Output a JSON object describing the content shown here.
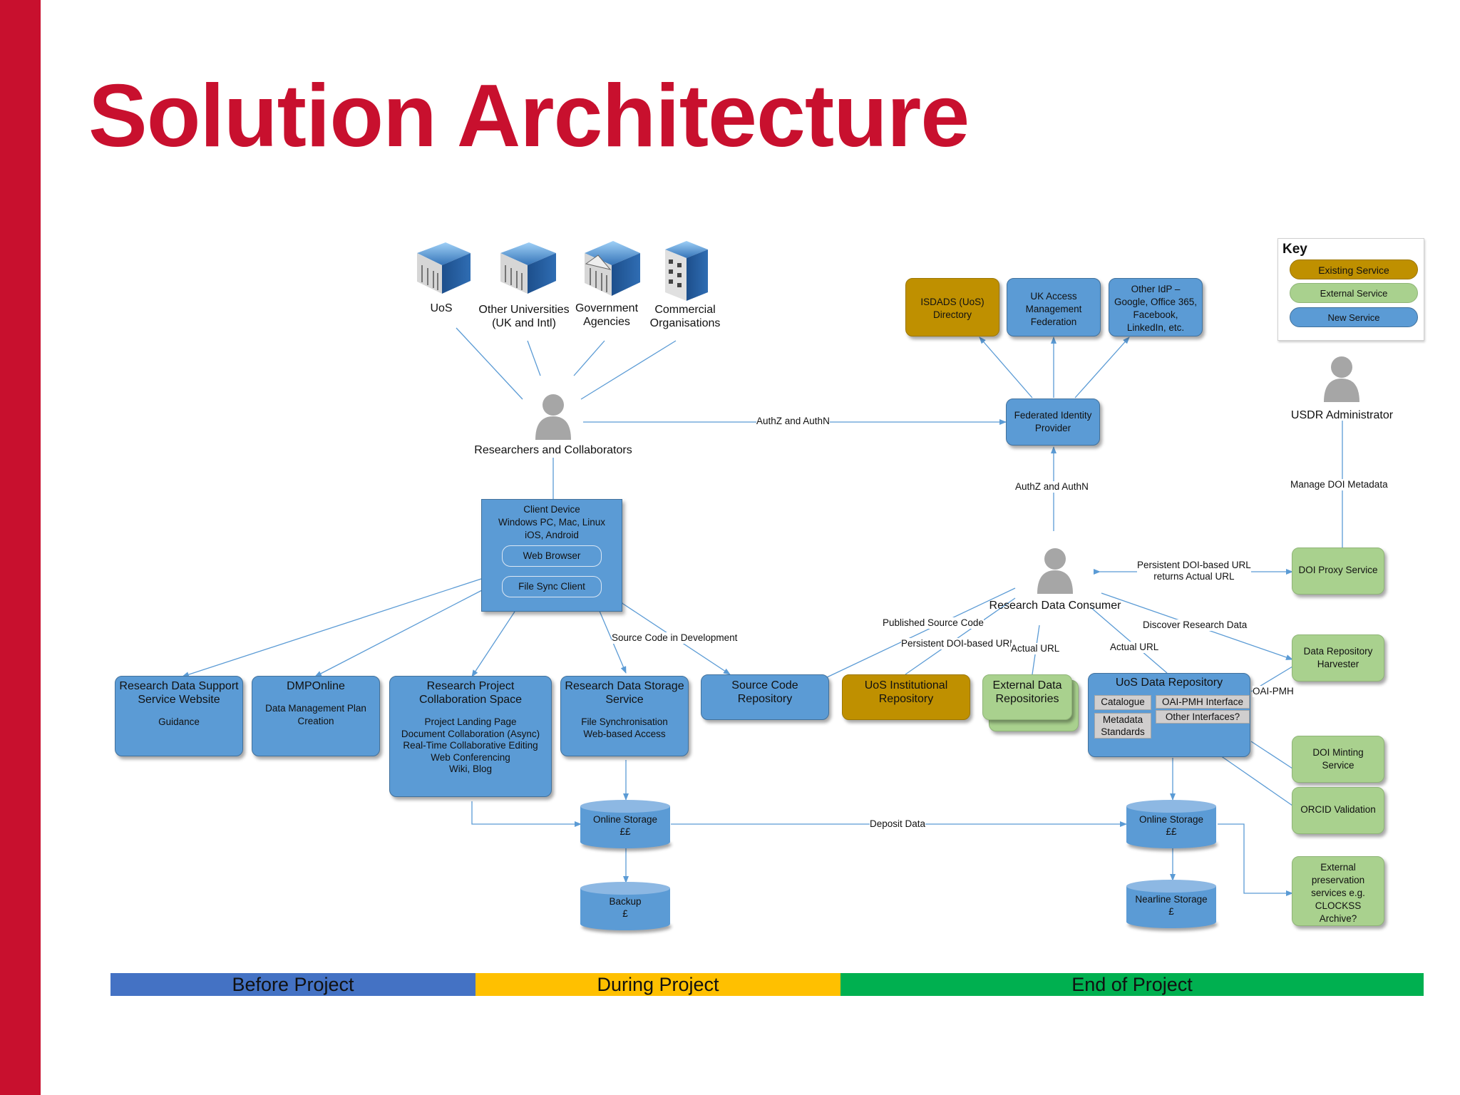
{
  "title": "Solution Architecture",
  "colors": {
    "accent": "#c8102e",
    "new_service": "#5b9bd5",
    "external_service": "#a9d18e",
    "existing_service": "#bf9000",
    "before": "#4472c4",
    "during": "#ffc000",
    "end": "#00b050"
  },
  "key": {
    "title": "Key",
    "existing": "Existing Service",
    "external": "External Service",
    "new": "New Service"
  },
  "orgs": {
    "uos": "UoS",
    "other_unis": [
      "Other Universities",
      "(UK and Intl)"
    ],
    "gov": [
      "Government",
      "Agencies"
    ],
    "commercial": [
      "Commercial",
      "Organisations"
    ]
  },
  "actors": {
    "researchers": "Researchers and Collaborators",
    "consumer": "Research Data Consumer",
    "admin": "USDR Administrator"
  },
  "idp": {
    "isdads": [
      "ISDADS (UoS)",
      "Directory"
    ],
    "ukfed": [
      "UK Access",
      "Management",
      "Federation"
    ],
    "other_idp": [
      "Other IdP –",
      "Google, Office 365,",
      "Facebook,",
      "LinkedIn, etc."
    ],
    "federated": [
      "Federated Identity",
      "Provider"
    ]
  },
  "client": {
    "lines": [
      "Client Device",
      "Windows PC, Mac, Linux",
      "iOS, Android"
    ],
    "browser": "Web Browser",
    "sync": "File Sync Client"
  },
  "services": {
    "rds_site": {
      "title": [
        "Research Data Support",
        "Service Website"
      ],
      "sub": [
        "Guidance"
      ]
    },
    "dmp": {
      "title": [
        "DMPOnline"
      ],
      "sub": [
        "Data Management Plan",
        "Creation"
      ]
    },
    "collab": {
      "title": [
        "Research Project",
        "Collaboration Space"
      ],
      "sub": [
        "Project Landing Page",
        "Document Collaboration (Async)",
        "Real-Time Collaborative Editing",
        "Web Conferencing",
        "Wiki, Blog"
      ]
    },
    "storage": {
      "title": [
        "Research Data Storage",
        "Service"
      ],
      "sub": [
        "File Synchronisation",
        "Web-based Access"
      ]
    },
    "source": [
      "Source Code",
      "Repository"
    ],
    "inst": [
      "UoS Institutional",
      "Repository"
    ],
    "extrepo": [
      "External Data",
      "Repositories"
    ],
    "repo": {
      "title": "UoS Data Repository",
      "catalogue": "Catalogue",
      "metadata": [
        "Metadata",
        "Standards"
      ],
      "oai": "OAI-PMH Interface",
      "other": "Other Interfaces?"
    },
    "doi_proxy": "DOI Proxy Service",
    "harvester": [
      "Data Repository",
      "Harvester"
    ],
    "doi_mint": [
      "DOI Minting",
      "Service"
    ],
    "orcid": "ORCID Validation",
    "preservation": [
      "External",
      "preservation",
      "services e.g.",
      "CLOCKSS",
      "Archive?"
    ]
  },
  "storage": {
    "online_left": [
      "Online Storage",
      "££"
    ],
    "backup": [
      "Backup",
      "£"
    ],
    "online_right": [
      "Online Storage",
      "££"
    ],
    "nearline": [
      "Nearline Storage",
      "£"
    ]
  },
  "edges": {
    "authz1": "AuthZ and AuthN",
    "authz2": "AuthZ and AuthN",
    "manage_doi": "Manage DOI Metadata",
    "persistent": [
      "Persistent DOI-based URL",
      "returns Actual URL"
    ],
    "published_src": "Published Source Code",
    "persistent_doi": "Persistent DOI-based URL",
    "actual_url_1": "Actual URL",
    "actual_url_2": "Actual URL",
    "discover": "Discover Research Data",
    "src_dev": "Source Code in Development",
    "oai_pmh": "OAI-PMH",
    "deposit": "Deposit Data"
  },
  "phases": {
    "before": "Before Project",
    "during": "During Project",
    "end": "End of Project"
  }
}
